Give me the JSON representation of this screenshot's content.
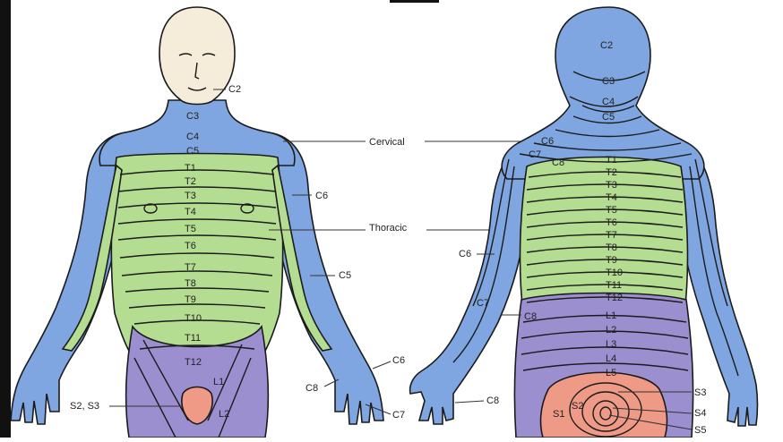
{
  "colors": {
    "cervical": "#7fa6e0",
    "thoracic": "#b5dd92",
    "lumbar": "#9c8fd0",
    "sacral": "#ef9a87",
    "skin": "#f5ecd9"
  },
  "center_labels": {
    "cervical": "Cervical",
    "thoracic": "Thoracic"
  },
  "front": {
    "neck": [
      "C2",
      "C3",
      "C4",
      "C5"
    ],
    "thoracic": [
      "T1",
      "T2",
      "T3",
      "T4",
      "T5",
      "T6",
      "T7",
      "T8",
      "T9",
      "T10",
      "T11",
      "T12"
    ],
    "limb_labels": {
      "c6_arm": "C6",
      "c5_arm": "C5",
      "c6_hand": "C6",
      "c8_hand": "C8",
      "c7_hand": "C7",
      "l1": "L1",
      "l2": "L2",
      "s2_s3": "S2, S3"
    }
  },
  "back": {
    "neck": [
      "C2",
      "C3",
      "C4",
      "C5",
      "C6",
      "C7",
      "C8"
    ],
    "thoracic": [
      "T1",
      "T2",
      "T3",
      "T4",
      "T5",
      "T6",
      "T7",
      "T8",
      "T9",
      "T10",
      "T11",
      "T12"
    ],
    "lumbar": [
      "L1",
      "L2",
      "L3",
      "L4",
      "L5"
    ],
    "limb_labels": {
      "c6_arm": "C6",
      "c7_arm": "C7",
      "c8_arm": "C8",
      "c8_hand": "C8"
    },
    "sacral": [
      "S1",
      "S2",
      "S3",
      "S4",
      "S5"
    ]
  }
}
